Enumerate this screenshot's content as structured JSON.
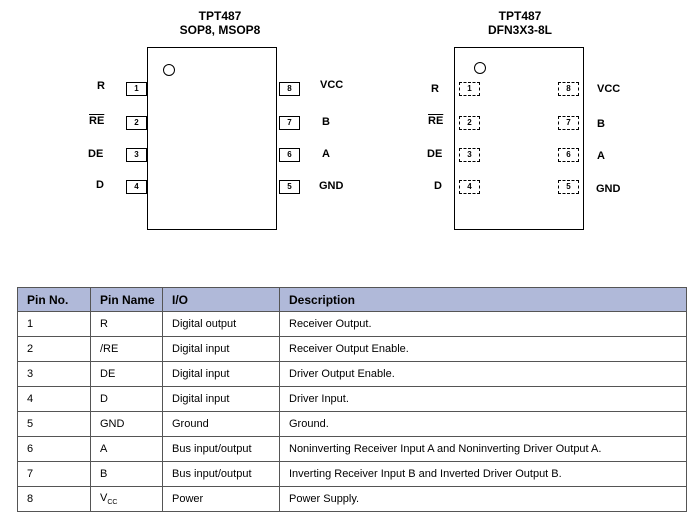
{
  "packages": [
    {
      "title_line1": "TPT487",
      "title_line2": "SOP8, MSOP8",
      "pin_style": "solid",
      "left_pins": [
        {
          "num": "1",
          "label": "R",
          "overline": false
        },
        {
          "num": "2",
          "label": "RE",
          "overline": true
        },
        {
          "num": "3",
          "label": "DE",
          "overline": false
        },
        {
          "num": "4",
          "label": "D",
          "overline": false
        }
      ],
      "right_pins": [
        {
          "num": "8",
          "label": "VCC"
        },
        {
          "num": "7",
          "label": "B"
        },
        {
          "num": "6",
          "label": "A"
        },
        {
          "num": "5",
          "label": "GND"
        }
      ]
    },
    {
      "title_line1": "TPT487",
      "title_line2": "DFN3X3-8L",
      "pin_style": "dashed",
      "left_pins": [
        {
          "num": "1",
          "label": "R",
          "overline": false
        },
        {
          "num": "2",
          "label": "RE",
          "overline": true
        },
        {
          "num": "3",
          "label": "DE",
          "overline": false
        },
        {
          "num": "4",
          "label": "D",
          "overline": false
        }
      ],
      "right_pins": [
        {
          "num": "8",
          "label": "VCC"
        },
        {
          "num": "7",
          "label": "B"
        },
        {
          "num": "6",
          "label": "A"
        },
        {
          "num": "5",
          "label": "GND"
        }
      ]
    }
  ],
  "table": {
    "headers": [
      "Pin No.",
      "Pin Name",
      "I/O",
      "Description"
    ],
    "rows": [
      [
        "1",
        "R",
        "Digital output",
        "Receiver Output."
      ],
      [
        "2",
        "/RE",
        "Digital input",
        "Receiver Output Enable."
      ],
      [
        "3",
        "DE",
        "Digital input",
        "Driver Output Enable."
      ],
      [
        "4",
        "D",
        "Digital input",
        "Driver Input."
      ],
      [
        "5",
        "GND",
        "Ground",
        "Ground."
      ],
      [
        "6",
        "A",
        "Bus input/output",
        "Noninverting Receiver Input A and Noninverting Driver Output A."
      ],
      [
        "7",
        "B",
        "Bus input/output",
        "Inverting Receiver Input B and Inverted Driver Output B."
      ],
      [
        "8",
        "VCC",
        "Power",
        "Power Supply."
      ]
    ],
    "vcc_main": "V",
    "vcc_sub": "CC"
  },
  "colors": {
    "header_bg": "#b0b9d9"
  }
}
